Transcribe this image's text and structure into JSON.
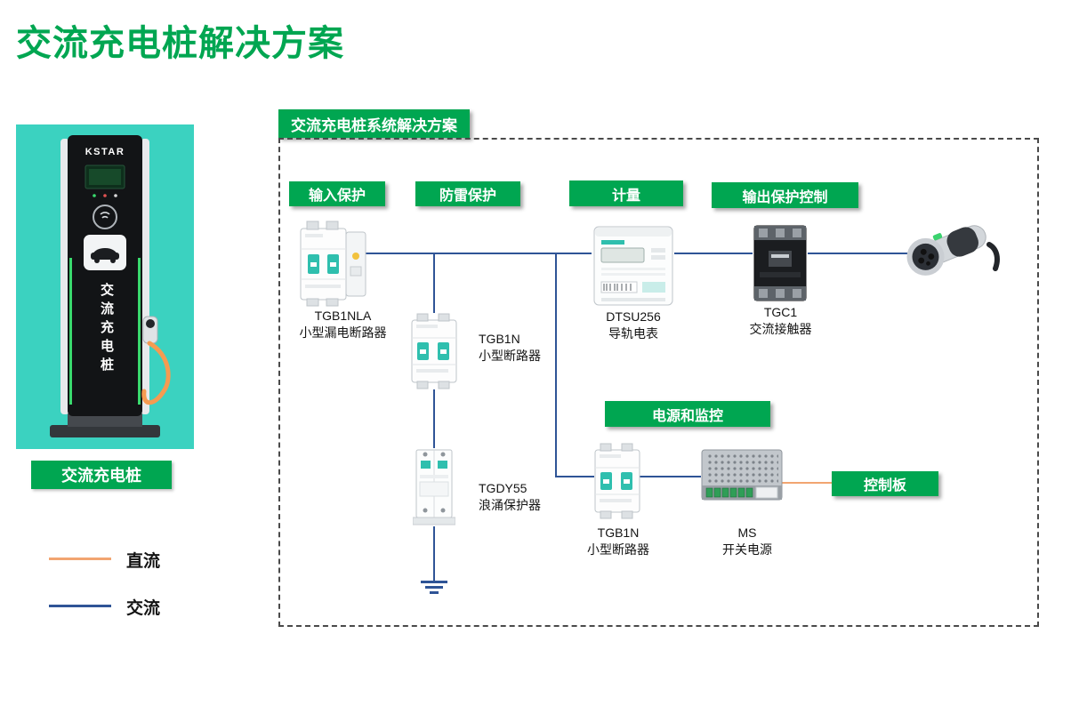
{
  "page": {
    "title": "交流充电桩解决方案"
  },
  "product": {
    "brand": "KSTAR",
    "tower_text": "交流充电桩",
    "caption": "交流充电桩"
  },
  "legend": {
    "dc_label": "直流",
    "ac_label": "交流",
    "dc_color": "#F2A571",
    "ac_color": "#2F5496"
  },
  "diagram": {
    "title": "交流充电桩系统解决方案",
    "labels": {
      "input_protection": "输入保护",
      "surge_protection": "防雷保护",
      "metering": "计量",
      "output_protection": "输出保护控制",
      "power_monitoring": "电源和监控",
      "control_board": "控制板"
    },
    "components": {
      "breaker_main": {
        "model": "TGB1NLA",
        "name": "小型漏电断路器"
      },
      "breaker_mid": {
        "model": "TGB1N",
        "name": "小型断路器"
      },
      "meter": {
        "model": "DTSU256",
        "name": "导轨电表"
      },
      "contactor": {
        "model": "TGC1",
        "name": "交流接触器"
      },
      "spd": {
        "model": "TGDY55",
        "name": "浪涌保护器"
      },
      "breaker_aux": {
        "model": "TGB1N",
        "name": "小型断路器"
      },
      "psu": {
        "model": "MS",
        "name": "开关电源"
      }
    },
    "colors": {
      "accent_green": "#00A651",
      "teal_bg": "#3BD2C0",
      "ac_line": "#2F5496",
      "dc_line": "#F2A571"
    }
  }
}
